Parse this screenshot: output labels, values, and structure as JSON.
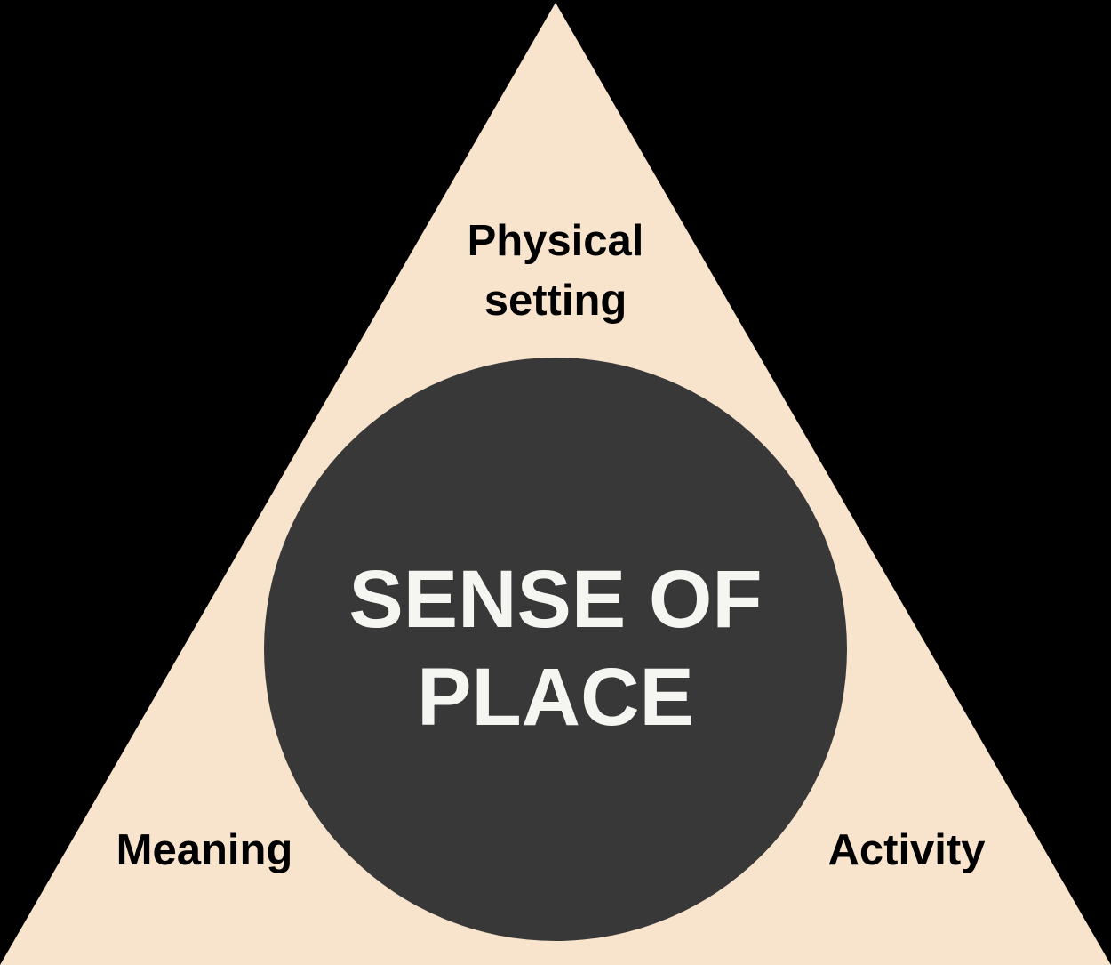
{
  "diagram": {
    "colors": {
      "background": "#000000",
      "triangle_fill": "#f8e4cd",
      "circle_fill": "#383838",
      "corner_text": "#000000",
      "center_text": "#f5f5f2"
    },
    "center": {
      "line1": "SENSE OF",
      "line2": "PLACE"
    },
    "top": {
      "line1": "Physical",
      "line2": "setting"
    },
    "bottom_left": {
      "label": "Meaning"
    },
    "bottom_right": {
      "label": "Activity"
    }
  }
}
